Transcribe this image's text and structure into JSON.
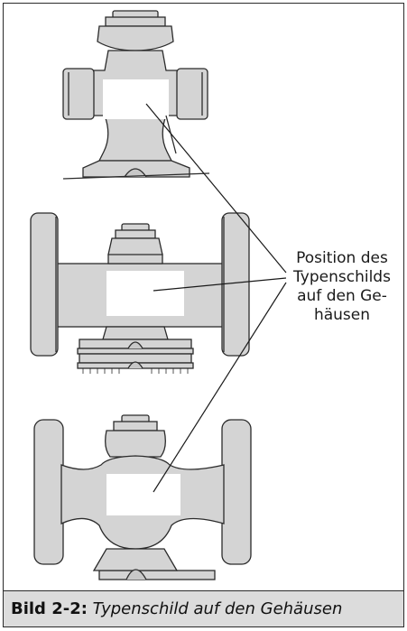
{
  "figure": {
    "callout_lines": [
      "Position des",
      "Typenschilds",
      "auf den Ge-",
      "häusen"
    ],
    "caption_number": "Bild 2-2:",
    "caption_text": "Typenschild auf den Gehäusen",
    "colors": {
      "body": "#d4d4d4",
      "outline": "#2b2b2b",
      "plate": "#ffffff",
      "caption_bg": "#dcdcdc"
    }
  }
}
